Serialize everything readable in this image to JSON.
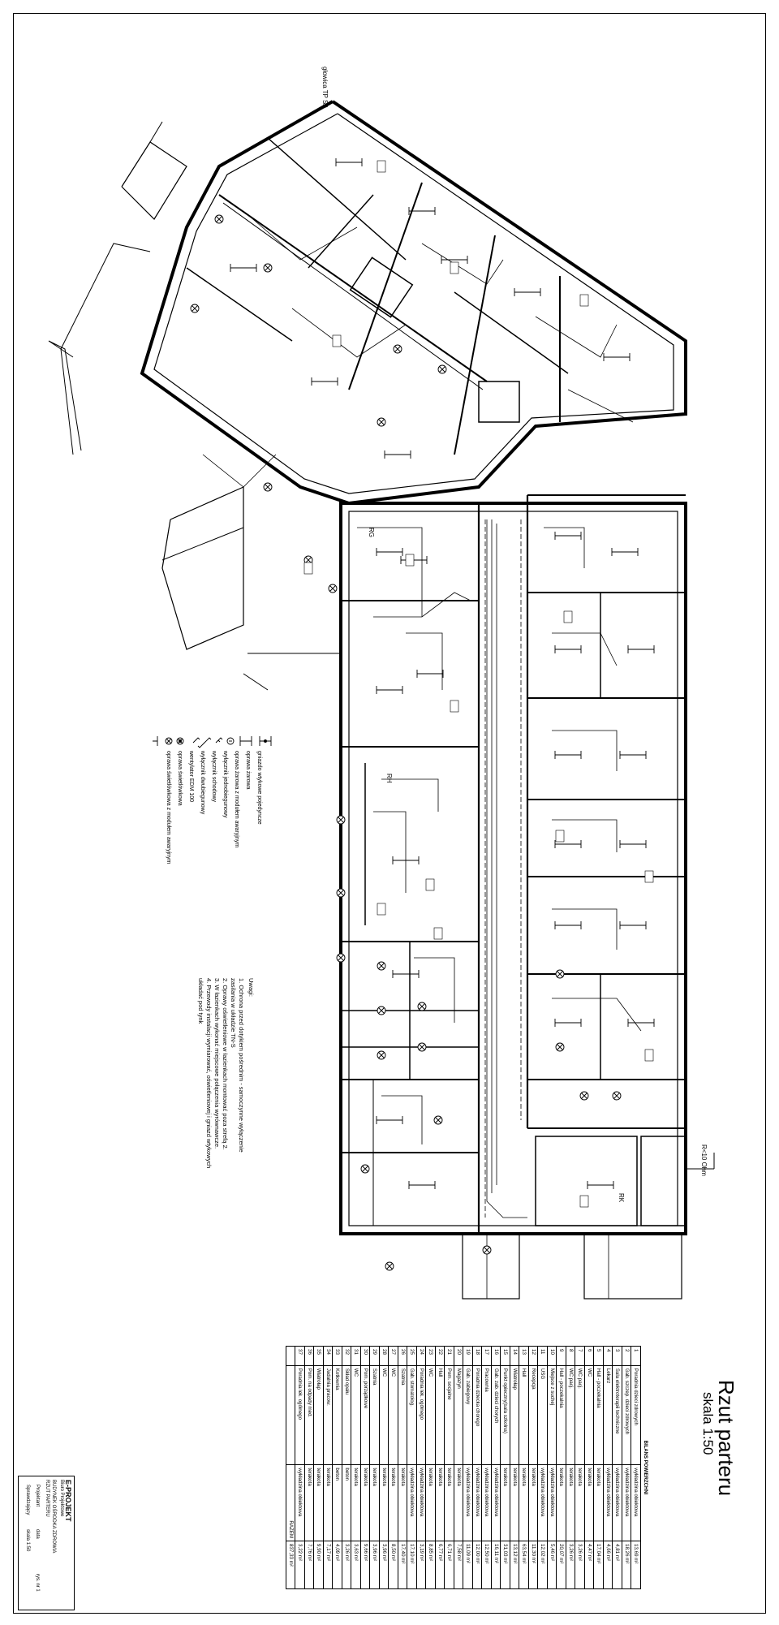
{
  "title": {
    "main": "Rzut parteru",
    "scale": "skala 1:50"
  },
  "labels": {
    "telecom_head": "głowica TP SA",
    "ground": "R<10 Ohm",
    "rg": "RG",
    "rk": "RK",
    "rh": "RH",
    "table_header": "BILANS POWIERZCHNI",
    "table_sum_label": "RAZEM",
    "table_sum_value": "837,33 m²"
  },
  "legend": [
    {
      "icon": "single-socket-icon",
      "text": "gniazdo wtykowe pojedyncze"
    },
    {
      "icon": "lamp-icon",
      "text": "oprawa żarowa"
    },
    {
      "icon": "emergency-lamp-icon",
      "text": "oprawa żarowa z modułem awaryjnym"
    },
    {
      "icon": "single-switch-icon",
      "text": "wyłącznik jednobiegunowy"
    },
    {
      "icon": "hotel-switch-icon",
      "text": "wyłącznik schodowy"
    },
    {
      "icon": "double-switch-icon",
      "text": "wyłącznik dwubiegunowy"
    },
    {
      "icon": "fan-icon",
      "text": "wentylator EDM 100"
    },
    {
      "icon": "fluorescent-icon",
      "text": "oprawa świetlówkowa"
    },
    {
      "icon": "fluorescent-emergency-icon",
      "text": "oprawa świetlówkowa z modułem awaryjnym"
    }
  ],
  "notes": {
    "heading": "Uwagi:",
    "items": [
      "1. Ochrona przed dotykiem pośrednim - samoczynne wyłączenie",
      "zasilania w układzie TN-S",
      "2. Oprawy oświetleniowe w łazienkach montować poza strefą 2.",
      "3. W łazienkach wykonać miejscowe połączenia wyrównawcze.",
      "4. Przewody instalacji wymiarować, oświetleniowej i gniazd wtykowych",
      "układać pod tynk"
    ]
  },
  "rooms": [
    {
      "no": "1",
      "name": "Poradnia dzieci zdrowych",
      "finish": "wykładzina obiektowa",
      "area": "13,69 m²"
    },
    {
      "no": "2",
      "name": "Gab. szczep. dzieci zdrowych",
      "finish": "wykładzina obiektowa",
      "area": "18,26 m²"
    },
    {
      "no": "3",
      "name": "Sala elektroterapii techniczne",
      "finish": "wykładzina obiektowa",
      "area": "4,81 m²"
    },
    {
      "no": "4",
      "name": "Lekarz",
      "finish": "wykładzina obiektowa",
      "area": "4,66 m²"
    },
    {
      "no": "5",
      "name": "Hall - poczekalnia",
      "finish": "terakota",
      "area": "17,04 m²"
    },
    {
      "no": "6",
      "name": "WC",
      "finish": "terakota",
      "area": "4,47 m²"
    },
    {
      "no": "7",
      "name": "WC pacj.",
      "finish": "terakota",
      "area": "3,26 m²"
    },
    {
      "no": "8",
      "name": "WC pacj.",
      "finish": "terakota",
      "area": "3,26 m²"
    },
    {
      "no": "9",
      "name": "Hall - poczekalnia",
      "finish": "terakota",
      "area": "20,07 m²"
    },
    {
      "no": "10",
      "name": "Miejsce z suchej",
      "finish": "wykładzina obiektowa",
      "area": "5,46 m²"
    },
    {
      "no": "11",
      "name": "USG",
      "finish": "wykładzina obiektowa",
      "area": "12,02 m²"
    },
    {
      "no": "12",
      "name": "Recepcja",
      "finish": "terakota",
      "area": "11,30 m²"
    },
    {
      "no": "13",
      "name": "Hall",
      "finish": "terakota",
      "area": "63,54 m²"
    },
    {
      "no": "14",
      "name": "Wiatrołap",
      "finish": "terakota",
      "area": "13,12 m²"
    },
    {
      "no": "15",
      "name": "Punkt opieczny(sala szkolna)",
      "finish": "terakota",
      "area": "31,03 m²"
    },
    {
      "no": "16",
      "name": "Gab. zab. dzieci chorych",
      "finish": "wykładzina obiektowa",
      "area": "16,11 m²"
    },
    {
      "no": "17",
      "name": "Pracownia",
      "finish": "wykładzina obiektowa",
      "area": "12,50 m²"
    },
    {
      "no": "18",
      "name": "Poradnia dziecka chorego",
      "finish": "wykładzina obiektowa",
      "area": "12,00 m²"
    },
    {
      "no": "19",
      "name": "Gab. zabiegowy",
      "finish": "wykładzina obiektowa",
      "area": "11,09 m²"
    },
    {
      "no": "20",
      "name": "Magazyn",
      "finish": "terakota",
      "area": "7,58 m²"
    },
    {
      "no": "21",
      "name": "Pom. socjalne",
      "finish": "terakota",
      "area": "6,71 m²"
    },
    {
      "no": "22",
      "name": "Hall",
      "finish": "terakota",
      "area": "6,77 m²"
    },
    {
      "no": "23",
      "name": "WC",
      "finish": "terakota",
      "area": "8,85 m²"
    },
    {
      "no": "24",
      "name": "Poradnia lek. ogólnego",
      "finish": "wykładzina obiektowa",
      "area": "3,19 m²"
    },
    {
      "no": "25",
      "name": "Gab. stomatolog.",
      "finish": "wykładzina obiektowa",
      "area": "17,10 m²"
    },
    {
      "no": "26",
      "name": "Szatnia",
      "finish": "terakota",
      "area": "17,40 m²"
    },
    {
      "no": "27",
      "name": "WC",
      "finish": "terakota",
      "area": "8,50 m²"
    },
    {
      "no": "28",
      "name": "WC",
      "finish": "terakota",
      "area": "3,96 m²"
    },
    {
      "no": "29",
      "name": "Szatnia",
      "finish": "terakota",
      "area": "3,96 m²"
    },
    {
      "no": "30",
      "name": "Pom. porządkowe",
      "finish": "terakota",
      "area": "9,66 m²"
    },
    {
      "no": "31",
      "name": "WC",
      "finish": "terakota",
      "area": "3,63 m²"
    },
    {
      "no": "32",
      "name": "Skład opału",
      "finish": "beton",
      "area": "3,26 m²"
    },
    {
      "no": "33",
      "name": "Kotłownia",
      "finish": "beton",
      "area": "4,09 m²"
    },
    {
      "no": "34",
      "name": "Jadalnia pracow.",
      "finish": "terakota",
      "area": "7,17 m²"
    },
    {
      "no": "35",
      "name": "Wiatrołap",
      "finish": "terakota",
      "area": "9,90 m²"
    },
    {
      "no": "36",
      "name": "Pom. na odpady med.",
      "finish": "terakota",
      "area": "7,76 m²"
    },
    {
      "no": "37",
      "name": "Poradnia lek. ogólnego",
      "finish": "wykładzina obiektowa",
      "area": "3,22 m²"
    }
  ],
  "title_block": {
    "company": "E-PROJEKT",
    "company_sub": "Biuro Projektowe",
    "project": "BUDYNEK OŚRODKA ZDROWIA",
    "drawing": "RZUT PARTERU",
    "fields": [
      "Projektant",
      "Sprawdzający",
      "data",
      "skala 1:50",
      "rys. nr 1"
    ]
  },
  "colors": {
    "line": "#000000",
    "paper": "#ffffff",
    "dim": "#555555"
  }
}
